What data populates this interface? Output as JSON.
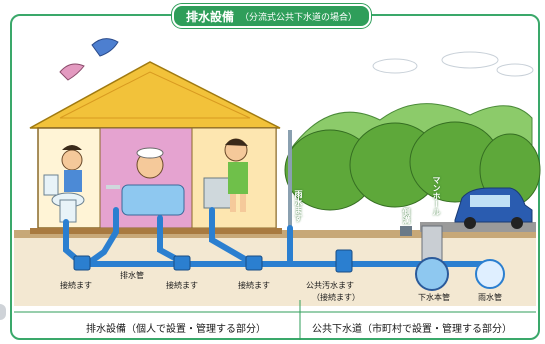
{
  "title": {
    "main": "排水設備",
    "sub": "（分流式公共下水道の場合）"
  },
  "labels": {
    "drain_pipe": "排水管",
    "connection_basin_1": "接続ます",
    "connection_basin_2": "接続ます",
    "connection_basin_3": "接続ます",
    "public_sewage_basin": "公共汚水ます",
    "public_sewage_basin_sub": "（接続ます）",
    "rainwater_basin": "雨水ます",
    "side_ditch": "側溝",
    "manhole": "マンホール",
    "main_sewer": "下水本管",
    "rain_pipe": "雨水管"
  },
  "bottom": {
    "private_section": "排水設備（個人で設置・管理する部分）",
    "public_section": "公共下水道（市町村で設置・管理する部分）"
  },
  "colors": {
    "frame_green": "#2f9e5a",
    "roof_yellow": "#f2c23a",
    "pipe_blue": "#2b7fd0",
    "tree_green": "#5ea83a",
    "ground_brown": "#b08a5a"
  }
}
